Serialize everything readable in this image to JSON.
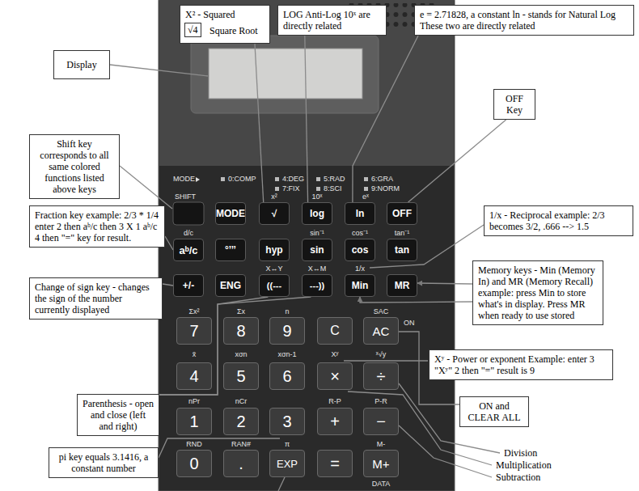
{
  "diagram": {
    "nodes": [
      {
        "text": [
          "X² - Squared",
          "Square Root"
        ]
      },
      {
        "text": [
          "√4"
        ],
        "in": 0
      },
      {
        "text": [
          "LOG Anti-Log 10ˣ are directly related"
        ]
      },
      {
        "text": [
          "e = 2.71828, a constant ln - stands for Natural Log These two are directly related"
        ]
      },
      {
        "text": [
          "Display"
        ]
      },
      {
        "text": [
          "OFF Key"
        ]
      },
      {
        "text": [
          "Shift key corresponds to all same colored functions listed above keys"
        ]
      },
      {
        "text": [
          "Fraction key example: 2/3 * 1/4 enter 2 then aᵇ/c then 3 X 1 aᵇ/c 4 then \"=\" key for result."
        ]
      },
      {
        "text": [
          "1/x - Reciprocal example: 2/3 becomes 3/2, .666 --> 1.5"
        ]
      },
      {
        "text": [
          "Memory keys - Min (Memory In) and MR (Memory Recall) example: press Min to store what's in display. Press MR when ready to use stored"
        ]
      },
      {
        "text": [
          "Change of sign key - changes the sign of the number currently displayed"
        ]
      },
      {
        "text": [
          "Xʸ - Power or exponent Example: enter 3 \"Xʸ\" 2 then \"=\" result is 9"
        ]
      },
      {
        "text": [
          "Parenthesis - open and close (left and right)"
        ]
      },
      {
        "text": [
          "ON and CLEAR ALL"
        ]
      },
      {
        "text": [
          "pi key equals 3.1416, a constant number"
        ]
      },
      {
        "text": [
          "MODE"
        ]
      },
      {
        "text": [
          "√"
        ]
      },
      {
        "text": [
          "log"
        ]
      },
      {
        "text": [
          "ln"
        ]
      },
      {
        "text": [
          "OFF"
        ]
      },
      {
        "text": [
          "aᵇ/c"
        ]
      },
      {
        "text": [
          "°’’’"
        ]
      },
      {
        "text": [
          "hyp"
        ]
      },
      {
        "text": [
          "sin"
        ]
      },
      {
        "text": [
          "cos"
        ]
      },
      {
        "text": [
          "tan"
        ]
      },
      {
        "text": [
          "+/-"
        ]
      },
      {
        "text": [
          "ENG"
        ]
      },
      {
        "text": [
          "((---"
        ]
      },
      {
        "text": [
          "---))"
        ]
      },
      {
        "text": [
          "Min"
        ]
      },
      {
        "text": [
          "MR"
        ]
      },
      {
        "text": [
          "7"
        ]
      },
      {
        "text": [
          "8"
        ]
      },
      {
        "text": [
          "9"
        ]
      },
      {
        "text": [
          "C"
        ]
      },
      {
        "text": [
          "AC"
        ]
      },
      {
        "text": [
          "4"
        ]
      },
      {
        "text": [
          "5"
        ]
      },
      {
        "text": [
          "6"
        ]
      },
      {
        "text": [
          "×"
        ]
      },
      {
        "text": [
          "÷"
        ]
      },
      {
        "text": [
          "1"
        ]
      },
      {
        "text": [
          "2"
        ]
      },
      {
        "text": [
          "3"
        ]
      },
      {
        "text": [
          "+"
        ]
      },
      {
        "text": [
          "−"
        ]
      },
      {
        "text": [
          "0"
        ]
      },
      {
        "text": [
          "."
        ]
      },
      {
        "text": [
          "EXP"
        ]
      },
      {
        "text": [
          "="
        ]
      },
      {
        "text": [
          "M+"
        ]
      }
    ],
    "edges": [
      {
        "from": 0,
        "to": 16,
        "arrow": "none"
      },
      {
        "from": 2,
        "to": 17,
        "arrow": "none"
      },
      {
        "from": 3,
        "to": 18,
        "arrow": "none"
      },
      {
        "from": 5,
        "to": 19,
        "arrow": "none"
      },
      {
        "from": 7,
        "to": 20,
        "arrow": "none"
      },
      {
        "from": 9,
        "to": 30,
        "arrow": "to"
      },
      {
        "from": 9,
        "to": 31,
        "arrow": "to"
      },
      {
        "from": 10,
        "to": 26,
        "arrow": "none"
      },
      {
        "from": 12,
        "to": 28,
        "arrow": "none"
      },
      {
        "from": 12,
        "to": 29,
        "arrow": "none"
      },
      {
        "from": 13,
        "to": 36,
        "arrow": "none"
      }
    ],
    "labels": [
      "MODE",
      "0:COMP",
      "4:DEG",
      "5:RAD",
      "6:GRA",
      "7:FIX",
      "8:SCI",
      "9:NORM",
      "SHIFT",
      "x²",
      "10ˣ",
      "eˣ",
      "d/c",
      "sin⁻¹",
      "cos⁻¹",
      "tan⁻¹",
      "X↔Y",
      "X↔M",
      "1/x",
      "Σx²",
      "Σx",
      "n",
      "SAC",
      "ON",
      "x̄",
      "xσn",
      "xσn-1",
      "Xʸ",
      "ˣ√y",
      "nPr",
      "nCr",
      "R-P",
      "P-R",
      "RND",
      "RAN#",
      "π",
      "M-",
      "DATA",
      "Division",
      "Multiplication",
      "Subtraction"
    ]
  }
}
